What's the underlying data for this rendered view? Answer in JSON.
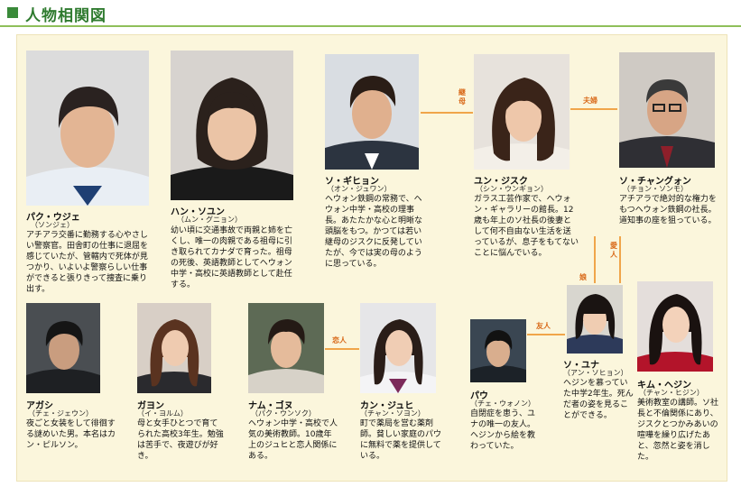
{
  "header": {
    "title": "人物相関図"
  },
  "colors": {
    "accent": "#2f7b2f",
    "relation": "#f0a54a",
    "relation_text": "#d96a1a",
    "panel": "#fbf6dc"
  },
  "characters": [
    {
      "name": "パク・ウジェ",
      "reading": "（ソンジェ）",
      "desc": "アチアラ交番に勤務する心やさしい警察官。田舎町の仕事に退屈を感じていたが、管轄内で死体が見つかり、いよいよ警察らしい仕事ができると張りきって捜査に乗り出す。"
    },
    {
      "name": "ハン・ソユン",
      "reading": "（ムン・グニョン）",
      "desc": "幼い頃に交通事故で両親と姉を亡くし、唯一の肉親である祖母に引き取られてカナダで育った。祖母の死後、英語教師としてヘウォン中学・高校に英語教師として赴任する。"
    },
    {
      "name": "ソ・ギヒョン",
      "reading": "（オン・ジュワン）",
      "desc": "ヘウォン鉄鋼の常務で、ヘウォン中学・高校の理事長。あたたかな心と明晰な頭脳をもつ。かつては若い継母のジスクに反発していたが、今では実の母のように思っている。"
    },
    {
      "name": "ユン・ジスク",
      "reading": "（シン・ウンギョン）",
      "desc": "ガラス工芸作家で、ヘウォン・ギャラリーの館長。12歳も年上のソ社長の後妻として何不自由ない生活を送っているが、息子をもてないことに悩んでいる。"
    },
    {
      "name": "ソ・チャングォン",
      "reading": "（チョン・ソンモ）",
      "desc": "アチアラで絶対的な権力をもつヘウォン鉄鋼の社長。道知事の座を狙っている。"
    },
    {
      "name": "アガシ",
      "reading": "（チェ・ジェウン）",
      "desc": "夜ごと女装をして徘徊する謎めいた男。本名はカン・ピルソン。"
    },
    {
      "name": "ガヨン",
      "reading": "（イ・ヨルム）",
      "desc": "母と女手ひとつで育てられた高校3年生。勉強は苦手で、夜遊びが好き。"
    },
    {
      "name": "ナム・ゴヌ",
      "reading": "（パク・ウンソク）",
      "desc": "ヘウォン中学・高校で人気の美術教師。10歳年上のジュヒと恋人関係にある。"
    },
    {
      "name": "カン・ジュヒ",
      "reading": "（チャン・ソヨン）",
      "desc": "町で薬局を営む薬剤師。貧しい家庭のパウに無料で薬を提供している。"
    },
    {
      "name": "パウ",
      "reading": "（チェ・ウォノン）",
      "desc": "自閉症を患う、ユナの唯一の友人。ヘジンから絵を教わっていた。"
    },
    {
      "name": "ソ・ユナ",
      "reading": "（アン・ソヒョン）",
      "desc": "ヘジンを慕っていた中学2年生。死んだ者の姿を見ることができる。"
    },
    {
      "name": "キム・ヘジン",
      "reading": "（チャン・ヒジン）",
      "desc": "美術教室の講師。ソ社長と不倫関係にあり、ジスクとつかみあいの喧嘩を繰り広げたあと、忽然と姿を消した。"
    }
  ],
  "relations": {
    "stepmother": "継母",
    "spouse": "夫婦",
    "lover": "愛人",
    "daughter": "娘",
    "lovers": "恋人",
    "friends": "友人"
  }
}
